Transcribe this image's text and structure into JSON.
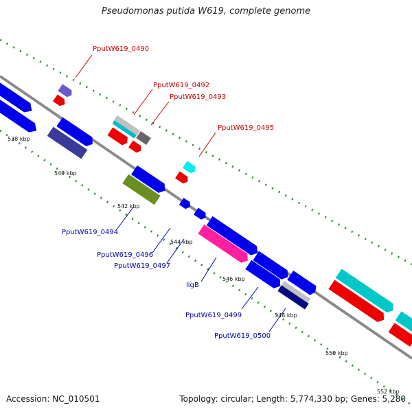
{
  "title": "Pseudomonas putida W619, complete genome",
  "footer": {
    "accession": "Accession: NC_010501",
    "topology": "Topology: circular; Length: 5,774,330 bp; Genes: 5,280"
  },
  "colors": {
    "label_top": "#cc0000",
    "label_bottom": "#0000aa",
    "backbone": "#888888",
    "tick_dots": "#2e8b2e"
  },
  "ticks": [
    "538 kbp",
    "540 kbp",
    "542 kbp",
    "544 kbp",
    "546 kbp",
    "548 kbp",
    "550 kbp",
    "552 kbp"
  ],
  "labels_top": [
    "PputW619_0490",
    "PputW619_0492",
    "PputW619_0493",
    "PputW619_0495"
  ],
  "labels_bottom": [
    "PputW619_0494",
    "PputW619_0496",
    "PputW619_0497",
    "ligB",
    "PputW619_0499",
    "PputW619_0500"
  ]
}
